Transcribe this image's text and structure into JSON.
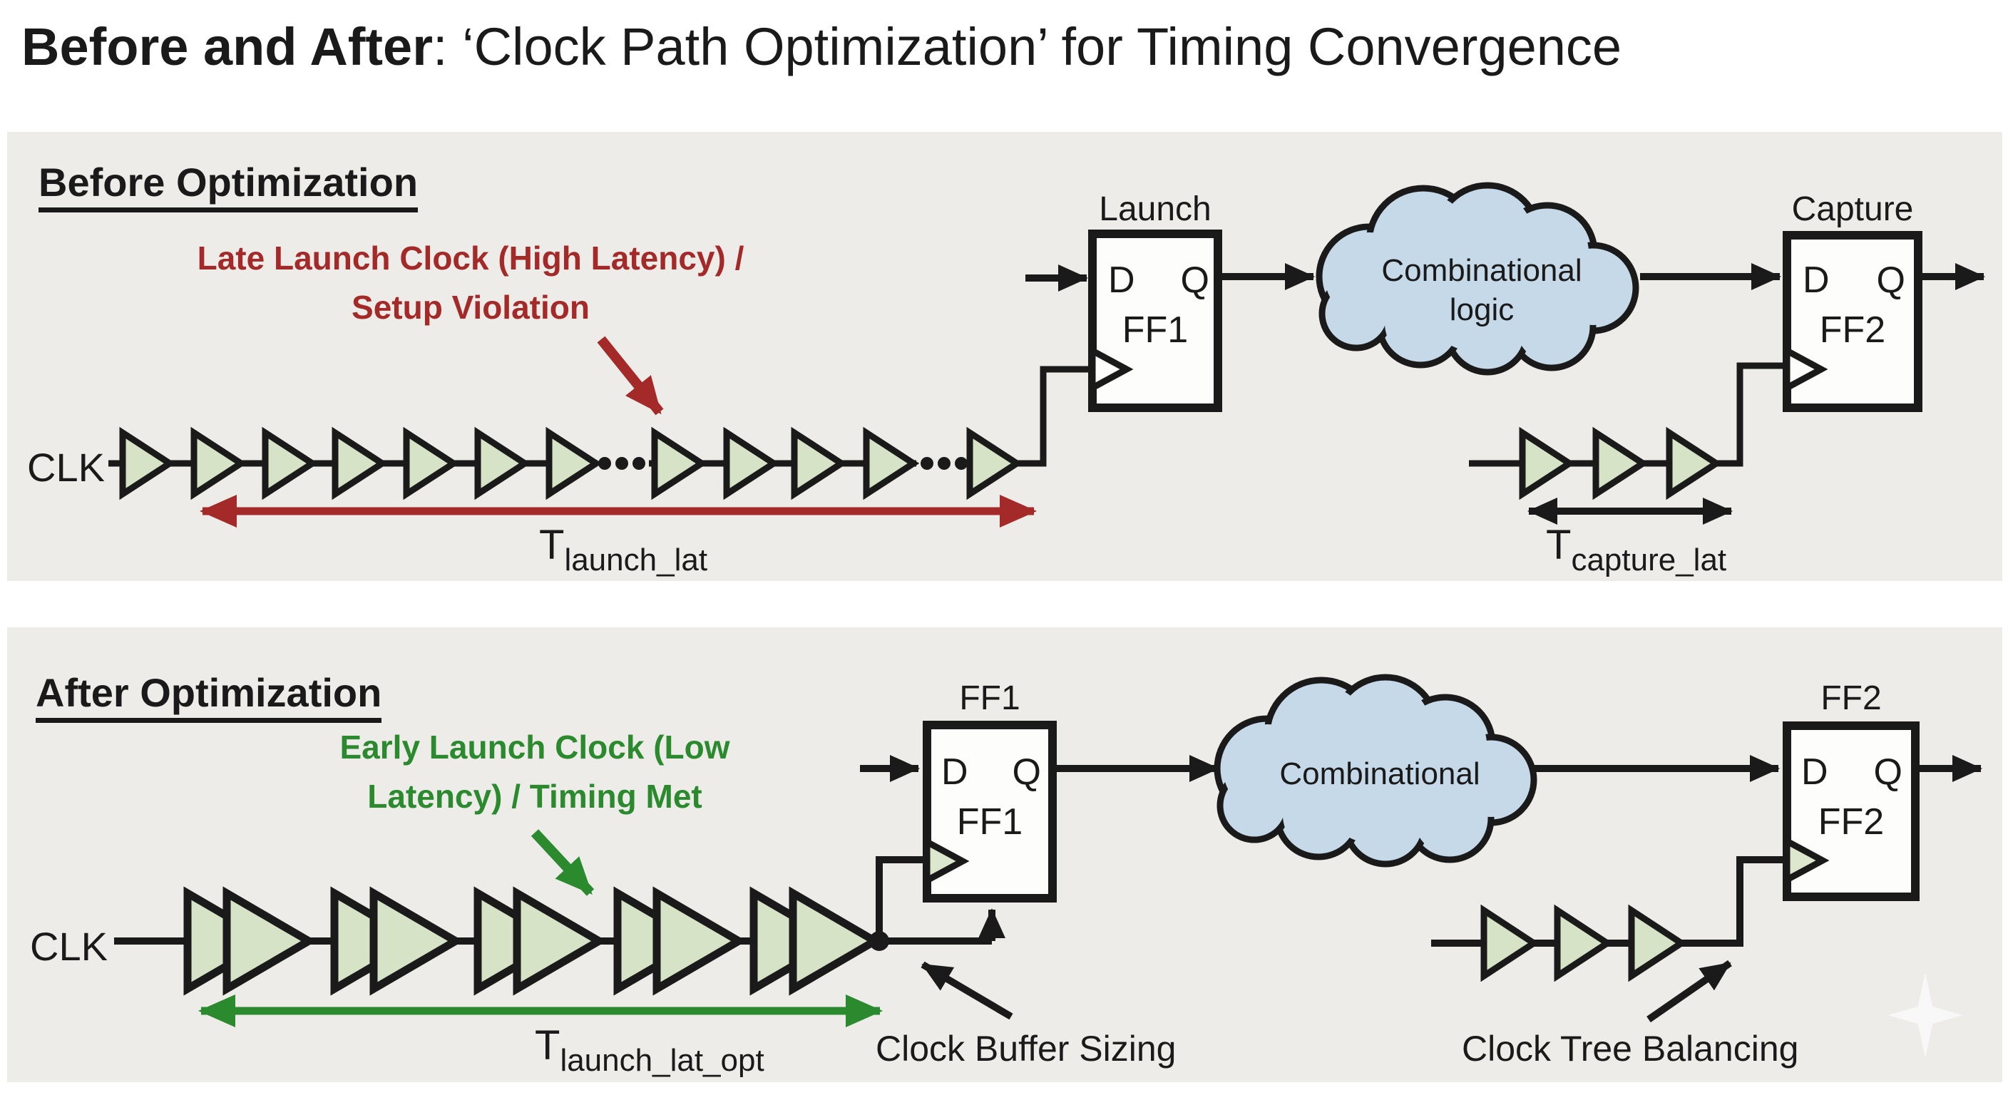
{
  "title": {
    "bold": "Before and After",
    "rest": ": ‘Clock Path Optimization’ for Timing Convergence"
  },
  "colors": {
    "panel_bg": "#edece9",
    "line_black": "#1a1a1a",
    "buffer_green": "#d6e3c6",
    "cloud_blue": "#c5d9e8",
    "annotation_red": "#a32a28",
    "annotation_green": "#2b8a2e"
  },
  "before": {
    "header": "Before Optimization",
    "annotation": "Late Launch Clock (High Latency) /\nSetup Violation",
    "clk_label": "CLK",
    "launch_ff": {
      "title": "Launch",
      "d": "D",
      "q": "Q",
      "name": "FF1"
    },
    "cloud_label": "Combinational\nlogic",
    "capture_ff": {
      "title": "Capture",
      "d": "D",
      "q": "Q",
      "name": "FF2"
    },
    "launch_latency": {
      "t": "T",
      "sub": "launch_lat"
    },
    "capture_latency": {
      "t": "T",
      "sub": "capture_lat"
    }
  },
  "after": {
    "header": "After Optimization",
    "annotation": "Early Launch Clock (Low\nLatency) / Timing Met",
    "clk_label": "CLK",
    "launch_ff": {
      "title": "FF1",
      "d": "D",
      "q": "Q",
      "name": "FF1"
    },
    "cloud_label": "Combinational",
    "capture_ff": {
      "title": "FF2",
      "d": "D",
      "q": "Q",
      "name": "FF2"
    },
    "launch_latency": {
      "t": "T",
      "sub": "launch_lat_opt"
    },
    "callout_buffer": "Clock Buffer Sizing",
    "callout_tree": "Clock Tree Balancing"
  }
}
